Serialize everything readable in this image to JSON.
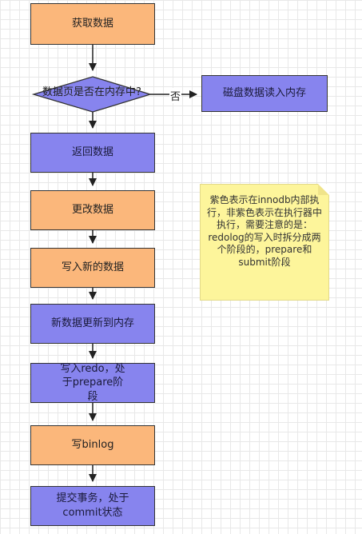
{
  "nodes": {
    "get_data": "获取数据",
    "in_memory_question": "数据页是否在内存中?",
    "disk_read": "磁盘数据读入内存",
    "return_data": "返回数据",
    "update_data": "更改数据",
    "write_new_data": "写入新的数据",
    "update_memory": "新数据更新到内存",
    "write_redo": "写入redo，处于prepare阶段",
    "write_binlog": "写binlog",
    "commit": "提交事务，处于commit状态"
  },
  "edge_labels": {
    "no": "否"
  },
  "note": {
    "text": "紫色表示在innodb内部执行，非紫色表示在执行器中执行，需要注意的是：redolog的写入时拆分成两个阶段的，prepare和submit阶段"
  },
  "colors": {
    "executor_step": "#fbb77b",
    "innodb_step": "#8784ee",
    "note_background": "#fdf59b"
  }
}
